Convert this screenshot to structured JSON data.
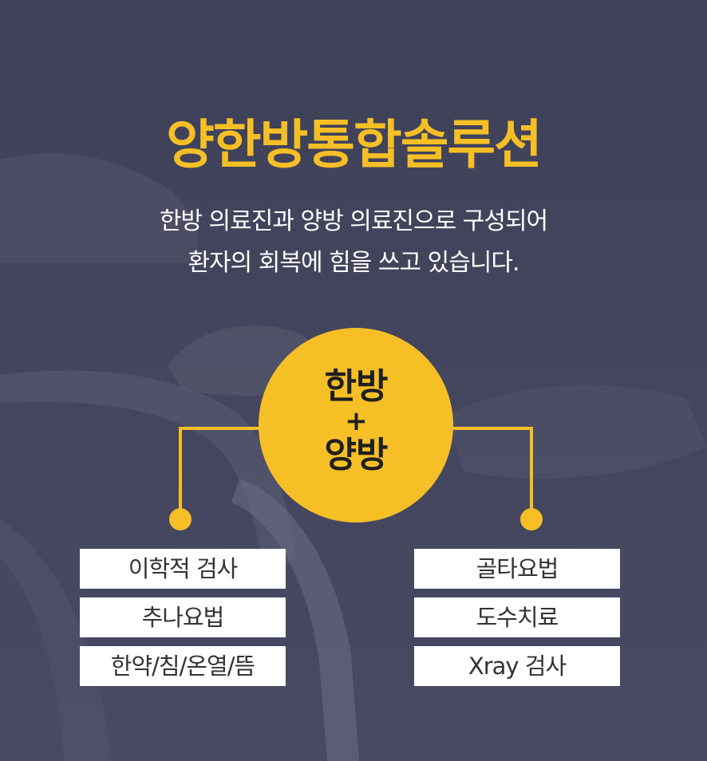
{
  "title": "양한방통합솔루션",
  "subtitle": {
    "line1": "한방 의료진과 양방 의료진으로 구성되어",
    "line2": "환자의 회복에 힘을 쓰고 있습니다."
  },
  "center": {
    "line1": "한방",
    "plus": "+",
    "line2": "양방"
  },
  "left_items": [
    "이학적 검사",
    "추나요법",
    "한약/침/온열/뜸"
  ],
  "right_items": [
    "골타요법",
    "도수치료",
    "Xray 검사"
  ],
  "colors": {
    "accent": "#f6bf26",
    "background": "#45475f",
    "box": "#ffffff",
    "box_text": "#333333"
  }
}
